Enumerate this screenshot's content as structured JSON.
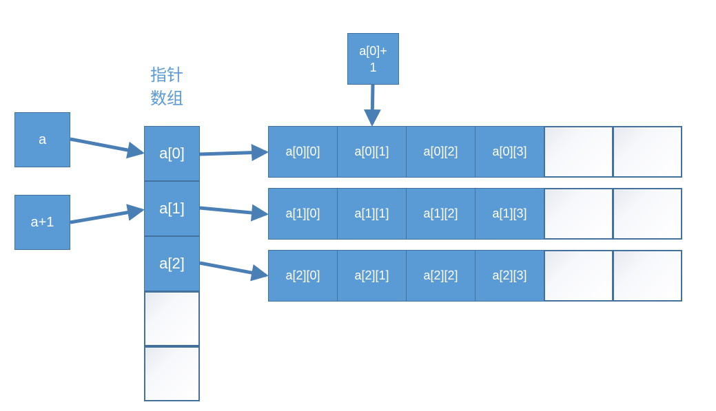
{
  "title": "指针\n数组",
  "variables": [
    "a",
    "a+1"
  ],
  "pointer_array": [
    "a[0]",
    "a[1]",
    "a[2]",
    "",
    ""
  ],
  "rows": [
    [
      "a[0][0]",
      "a[0][1]",
      "a[0][2]",
      "a[0][3]",
      "",
      ""
    ],
    [
      "a[1][0]",
      "a[1][1]",
      "a[1][2]",
      "a[1][3]",
      "",
      ""
    ],
    [
      "a[2][0]",
      "a[2][1]",
      "a[2][2]",
      "a[2][3]",
      "",
      ""
    ]
  ],
  "note": "a[0]+\n1",
  "colors": {
    "fill": "#5b9bd5",
    "border": "#41719c",
    "text": "#ffffff"
  }
}
